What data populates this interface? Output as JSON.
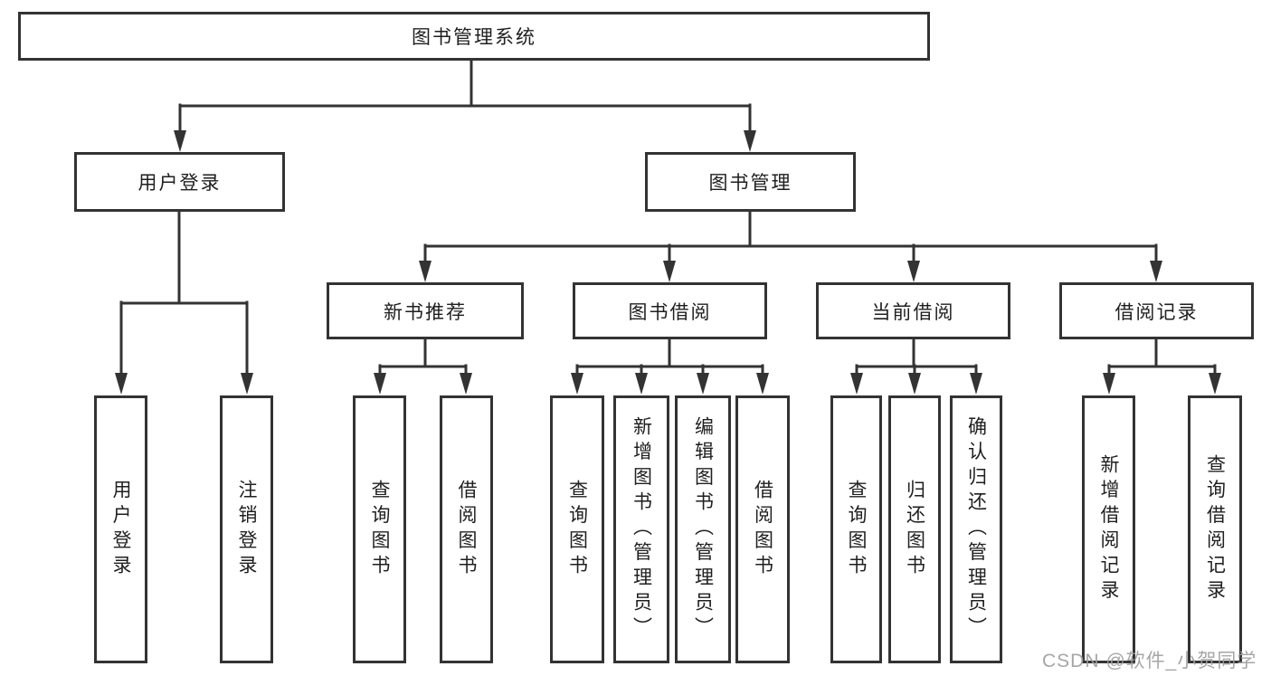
{
  "tree": {
    "label": "图书管理系统",
    "children": [
      {
        "label": "用户登录",
        "children": [
          {
            "label": "用户登录"
          },
          {
            "label": "注销登录"
          }
        ]
      },
      {
        "label": "图书管理",
        "children": [
          {
            "label": "新书推荐",
            "children": [
              {
                "label": "查询图书"
              },
              {
                "label": "借阅图书"
              }
            ]
          },
          {
            "label": "图书借阅",
            "children": [
              {
                "label": "查询图书"
              },
              {
                "label": "新增图书（管理员）"
              },
              {
                "label": "编辑图书（管理员）"
              },
              {
                "label": "借阅图书"
              }
            ]
          },
          {
            "label": "当前借阅",
            "children": [
              {
                "label": "查询图书"
              },
              {
                "label": "归还图书"
              },
              {
                "label": "确认归还（管理员）"
              }
            ]
          },
          {
            "label": "借阅记录",
            "children": [
              {
                "label": "新增借阅记录"
              },
              {
                "label": "查询借阅记录"
              }
            ]
          }
        ]
      }
    ]
  },
  "watermark": "CSDN @软件_小贺同学",
  "colors": {
    "line": "#333333",
    "text": "#1f1f1f",
    "watermark": "#9e9e9e",
    "background": "#ffffff"
  }
}
